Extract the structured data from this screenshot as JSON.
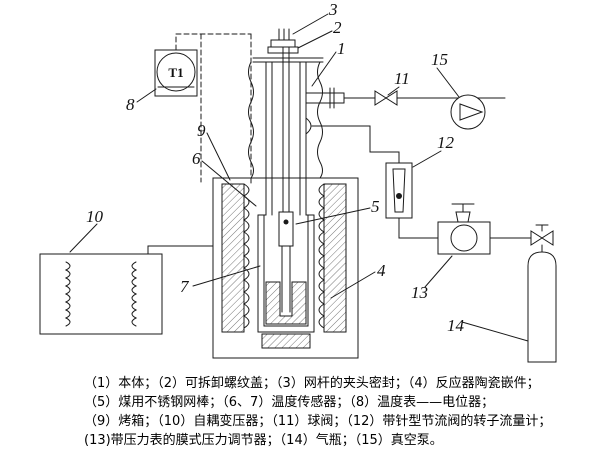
{
  "diagram": {
    "gauge_label": "T1",
    "callouts": {
      "n1": "1",
      "n2": "2",
      "n3": "3",
      "n4": "4",
      "n5": "5",
      "n6": "6",
      "n7": "7",
      "n8": "8",
      "n9": "9",
      "n10": "10",
      "n11": "11",
      "n12": "12",
      "n13": "13",
      "n14": "14",
      "n15": "15"
    },
    "components": {
      "gauge": "temperature-gauge",
      "valve": "ball-valve",
      "pump": "vacuum-pump",
      "rotameter": "rotameter",
      "regulator": "pressure-regulator",
      "cylinder": "gas-cylinder",
      "oven": "oven",
      "transformer": "autotransformer"
    },
    "line_color": "#1a1a1a"
  },
  "legend": {
    "line1": "（1）本体；（2）可拆卸螺纹盖；（3）网杆的夹头密封；（4）反应器陶瓷嵌件；",
    "line2": "（5）煤用不锈钢网棒；（6、7）温度传感器；（8）温度表——电位器；",
    "line3": "（9）烤箱；（10）自耦变压器；（11）球阀；（12）带针型节流阀的转子流量计；",
    "line4": "(13)带压力表的膜式压力调节器；（14）气瓶；（15）真空泵。"
  }
}
